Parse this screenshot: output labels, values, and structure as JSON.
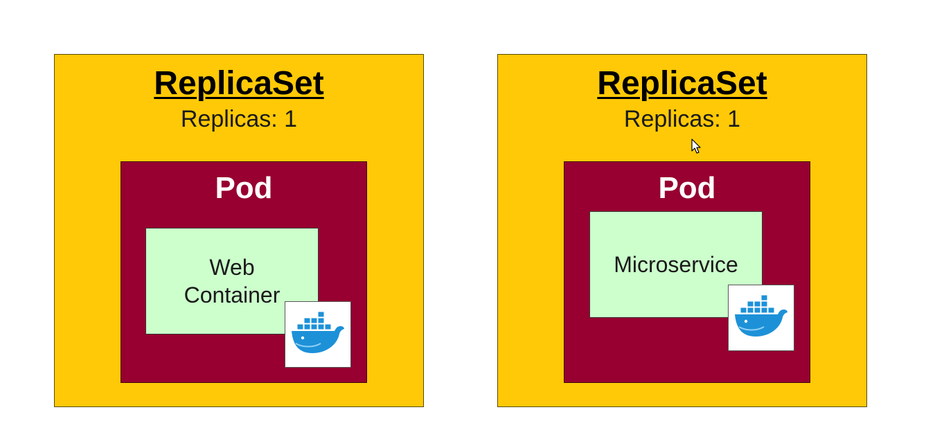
{
  "replicasets": [
    {
      "title": "ReplicaSet",
      "replicas_label": "Replicas: 1",
      "pod": {
        "title": "Pod",
        "container_label": "Web Container",
        "container_line1": "Web",
        "container_line2": "Container",
        "icon": "docker-whale-icon"
      }
    },
    {
      "title": "ReplicaSet",
      "replicas_label": "Replicas: 1",
      "pod": {
        "title": "Pod",
        "container_label": "Microservice",
        "icon": "docker-whale-icon"
      }
    }
  ],
  "colors": {
    "replicaset_fill": "#FFC907",
    "pod_fill": "#970030",
    "container_fill": "#CCFFCC",
    "docker_blue": "#1D91D8"
  }
}
